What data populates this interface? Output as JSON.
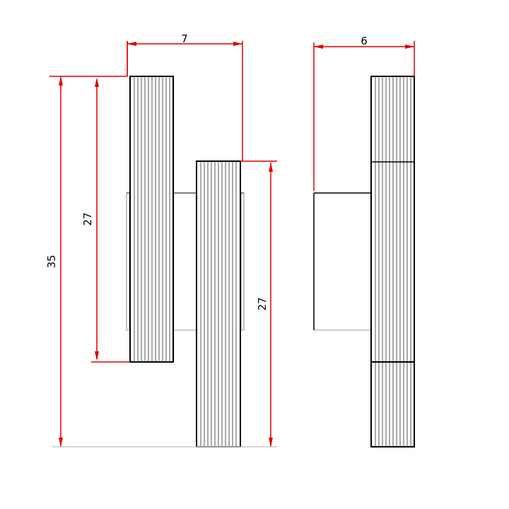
{
  "dimensions": {
    "top_width": "7",
    "side_width": "6",
    "left_bar_length": "27",
    "right_bar_length": "27",
    "overall_height": "35"
  },
  "colors": {
    "dimension_line": "#e00000",
    "outline": "#000000",
    "flute": "#555555",
    "extension": "#c8c8c8",
    "background": "#ffffff"
  }
}
